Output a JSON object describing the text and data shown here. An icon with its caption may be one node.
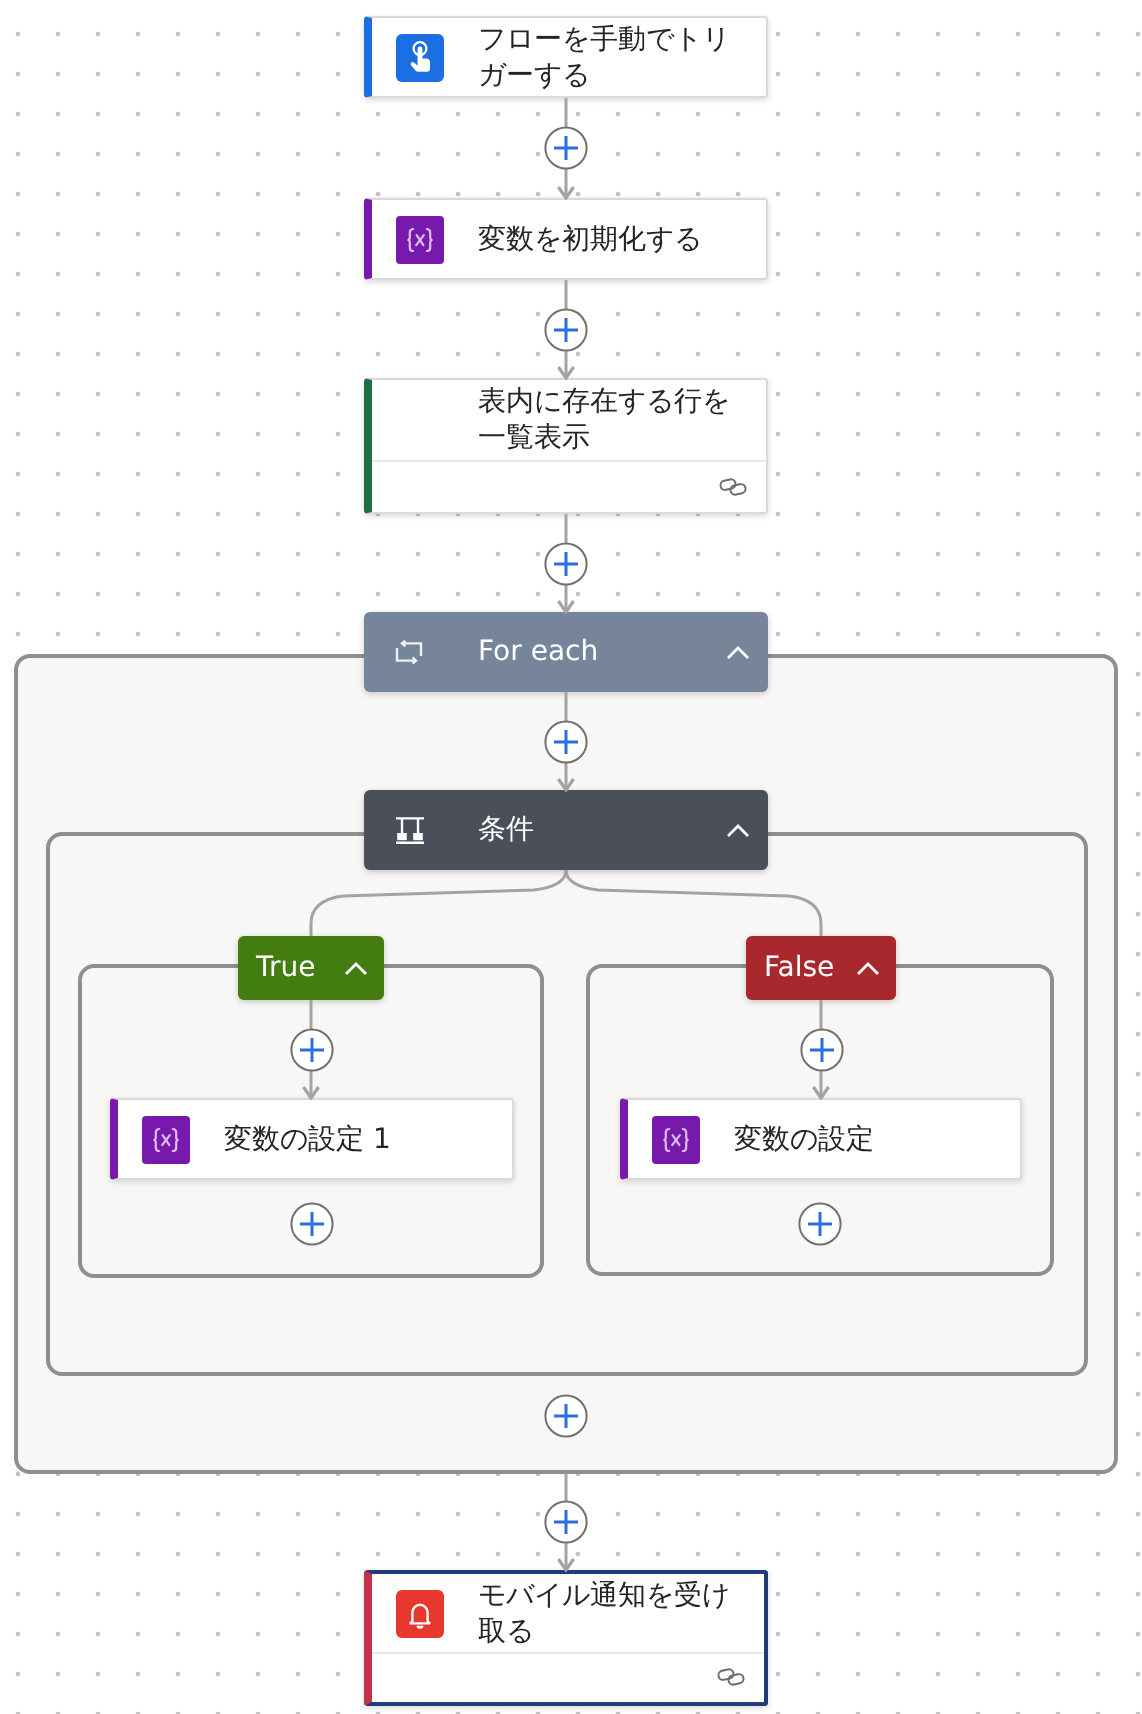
{
  "diagram": {
    "nodes": [
      {
        "text": [
          "フローを手動でトリガーする"
        ]
      },
      {
        "text": [
          "変数を初期化する"
        ]
      },
      {
        "text": [
          "表内に存在する行を一覧表示"
        ]
      },
      {
        "text": [
          "For each"
        ]
      },
      {
        "text": [
          "条件"
        ],
        "in": 3
      },
      {
        "text": [
          "True"
        ],
        "in": 4
      },
      {
        "text": [
          "変数の設定 1"
        ],
        "in": 5
      },
      {
        "text": [
          "False"
        ],
        "in": 4
      },
      {
        "text": [
          "変数の設定"
        ],
        "in": 7
      },
      {
        "text": [
          "モバイル通知を受け取る"
        ]
      }
    ],
    "edges": [
      {
        "from": 0,
        "to": 1,
        "arrow": "to"
      },
      {
        "from": 1,
        "to": 2,
        "arrow": "to"
      },
      {
        "from": 2,
        "to": 3,
        "arrow": "to"
      },
      {
        "from": 3,
        "to": 4,
        "arrow": "to"
      },
      {
        "from": 4,
        "to": 5,
        "arrow": "none"
      },
      {
        "from": 5,
        "to": 6,
        "arrow": "to"
      },
      {
        "from": 4,
        "to": 7,
        "arrow": "none"
      },
      {
        "from": 7,
        "to": 8,
        "arrow": "to"
      },
      {
        "from": 3,
        "to": 9,
        "arrow": "to"
      }
    ]
  }
}
